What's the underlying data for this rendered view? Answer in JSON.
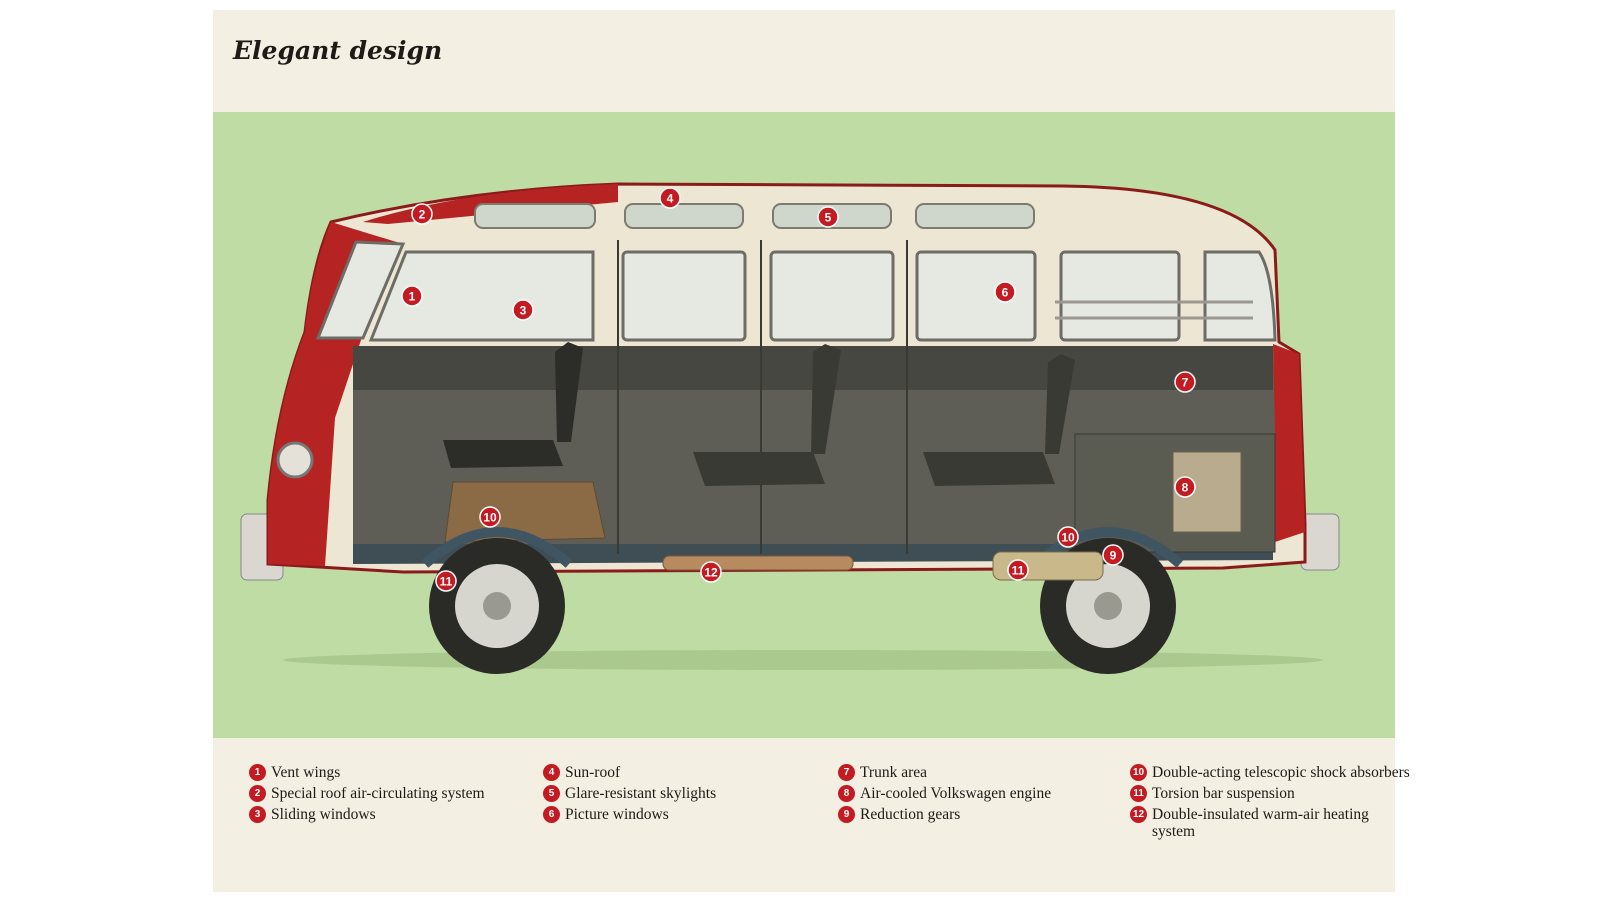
{
  "title": "Elegant design",
  "markers": [
    {
      "num": "1"
    },
    {
      "num": "2"
    },
    {
      "num": "3"
    },
    {
      "num": "4"
    },
    {
      "num": "5"
    },
    {
      "num": "6"
    },
    {
      "num": "7"
    },
    {
      "num": "8"
    },
    {
      "num": "9"
    },
    {
      "num": "10"
    },
    {
      "num": "11"
    },
    {
      "num": "12"
    }
  ],
  "legend": [
    {
      "num": "1",
      "label": "Vent wings"
    },
    {
      "num": "2",
      "label": "Special roof air-circulating system"
    },
    {
      "num": "3",
      "label": "Sliding windows"
    },
    {
      "num": "4",
      "label": "Sun-roof"
    },
    {
      "num": "5",
      "label": "Glare-resistant skylights"
    },
    {
      "num": "6",
      "label": "Picture windows"
    },
    {
      "num": "7",
      "label": "Trunk area"
    },
    {
      "num": "8",
      "label": "Air-cooled Volkswagen engine"
    },
    {
      "num": "9",
      "label": "Reduction gears"
    },
    {
      "num": "10",
      "label": "Double-acting telescopic shock absorbers"
    },
    {
      "num": "11",
      "label": "Torsion bar suspension"
    },
    {
      "num": "12",
      "label": "Double-insulated warm-air heating system"
    }
  ],
  "colors": {
    "marker": "#c41a22",
    "panel_background": "#bedca4",
    "page_background": "#f3efe3",
    "body_red": "#b52422",
    "body_cream": "#ede6d2",
    "interior_gray": "#5e5e56"
  }
}
